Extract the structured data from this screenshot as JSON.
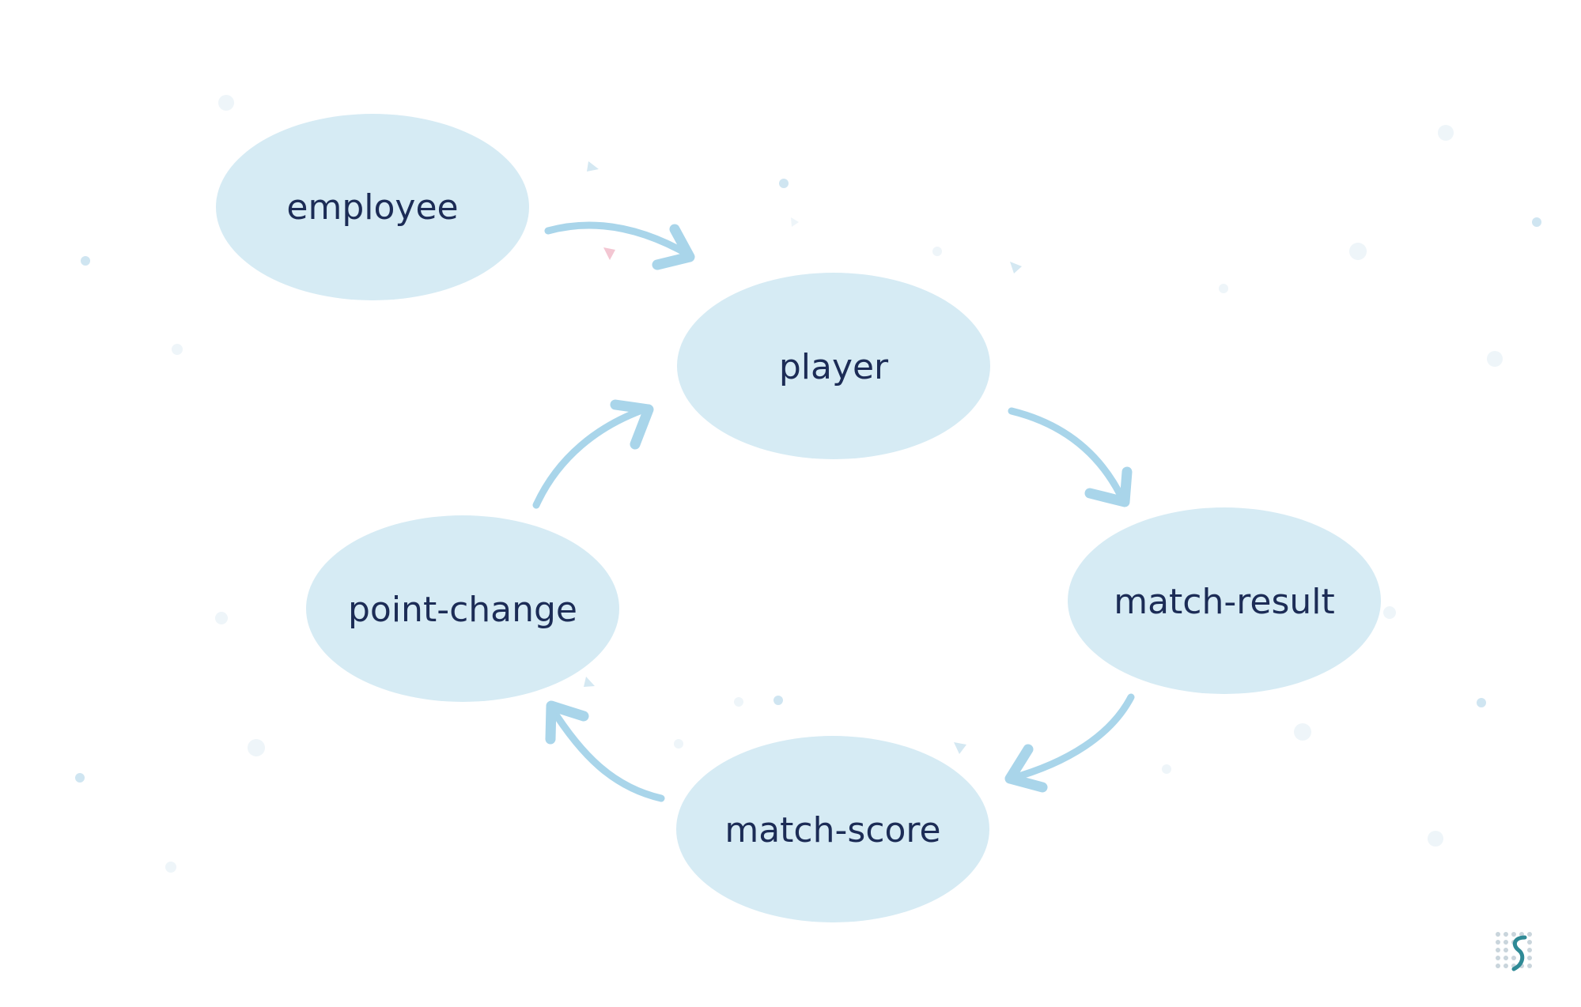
{
  "diagram": {
    "nodes": [
      {
        "id": "employee",
        "label": "employee"
      },
      {
        "id": "player",
        "label": "player"
      },
      {
        "id": "match-result",
        "label": "match-result"
      },
      {
        "id": "match-score",
        "label": "match-score"
      },
      {
        "id": "point-change",
        "label": "point-change"
      }
    ],
    "edges": [
      {
        "from": "employee",
        "to": "player"
      },
      {
        "from": "player",
        "to": "match-result"
      },
      {
        "from": "match-result",
        "to": "match-score"
      },
      {
        "from": "match-score",
        "to": "point-change"
      },
      {
        "from": "point-change",
        "to": "player"
      }
    ]
  },
  "colors": {
    "node_fill": "#d6ebf4",
    "label_text": "#1c2c56",
    "arrow": "#a9d5ea",
    "background": "#ffffff"
  },
  "logo": {
    "icon": "s-dots-logo-icon"
  }
}
